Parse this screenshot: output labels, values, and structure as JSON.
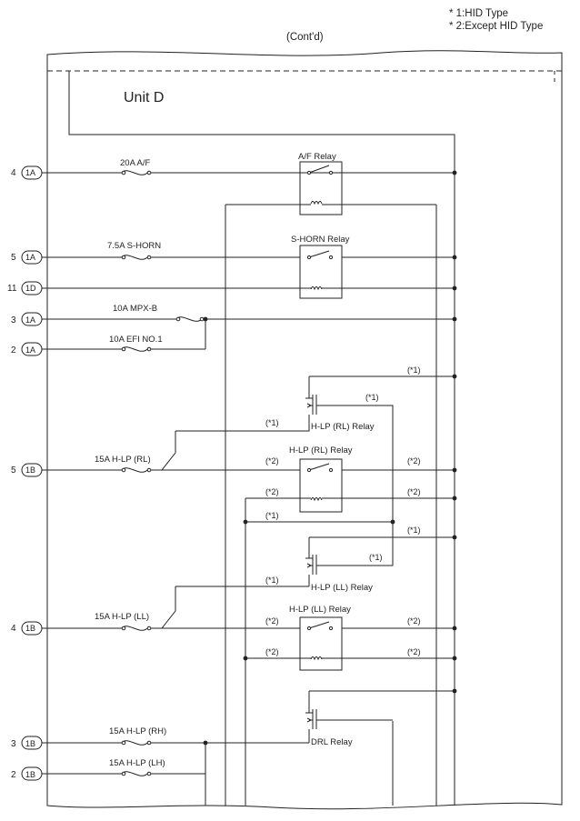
{
  "notes": {
    "hid": "* 1:HID Type",
    "except_hid": "* 2:Except HID Type"
  },
  "header": {
    "contd": "(Cont'd)"
  },
  "unit": {
    "name": "Unit D"
  },
  "connectors": [
    {
      "pin": "4",
      "code": "1A"
    },
    {
      "pin": "5",
      "code": "1A"
    },
    {
      "pin": "11",
      "code": "1D"
    },
    {
      "pin": "3",
      "code": "1A"
    },
    {
      "pin": "2",
      "code": "1A"
    },
    {
      "pin": "5",
      "code": "1B"
    },
    {
      "pin": "4",
      "code": "1B"
    },
    {
      "pin": "3",
      "code": "1B"
    },
    {
      "pin": "2",
      "code": "1B"
    }
  ],
  "fuses": {
    "af": "20A A/F",
    "shorn": "7.5A S-HORN",
    "mpxb": "10A MPX-B",
    "efi": "10A EFI NO.1",
    "hlp_rl": "15A H-LP (RL)",
    "hlp_ll": "15A H-LP (LL)",
    "hlp_rh": "15A H-LP (RH)",
    "hlp_lh": "15A H-LP (LH)"
  },
  "relays": {
    "af": "A/F Relay",
    "shorn": "S-HORN Relay",
    "hlp_rl_hid": "H-LP (RL) Relay",
    "hlp_rl": "H-LP (RL) Relay",
    "hlp_ll_hid": "H-LP (LL) Relay",
    "hlp_ll": "H-LP (LL) Relay",
    "drl": "DRL Relay"
  },
  "marks": {
    "m1": "(*1)",
    "m2": "(*2)"
  }
}
